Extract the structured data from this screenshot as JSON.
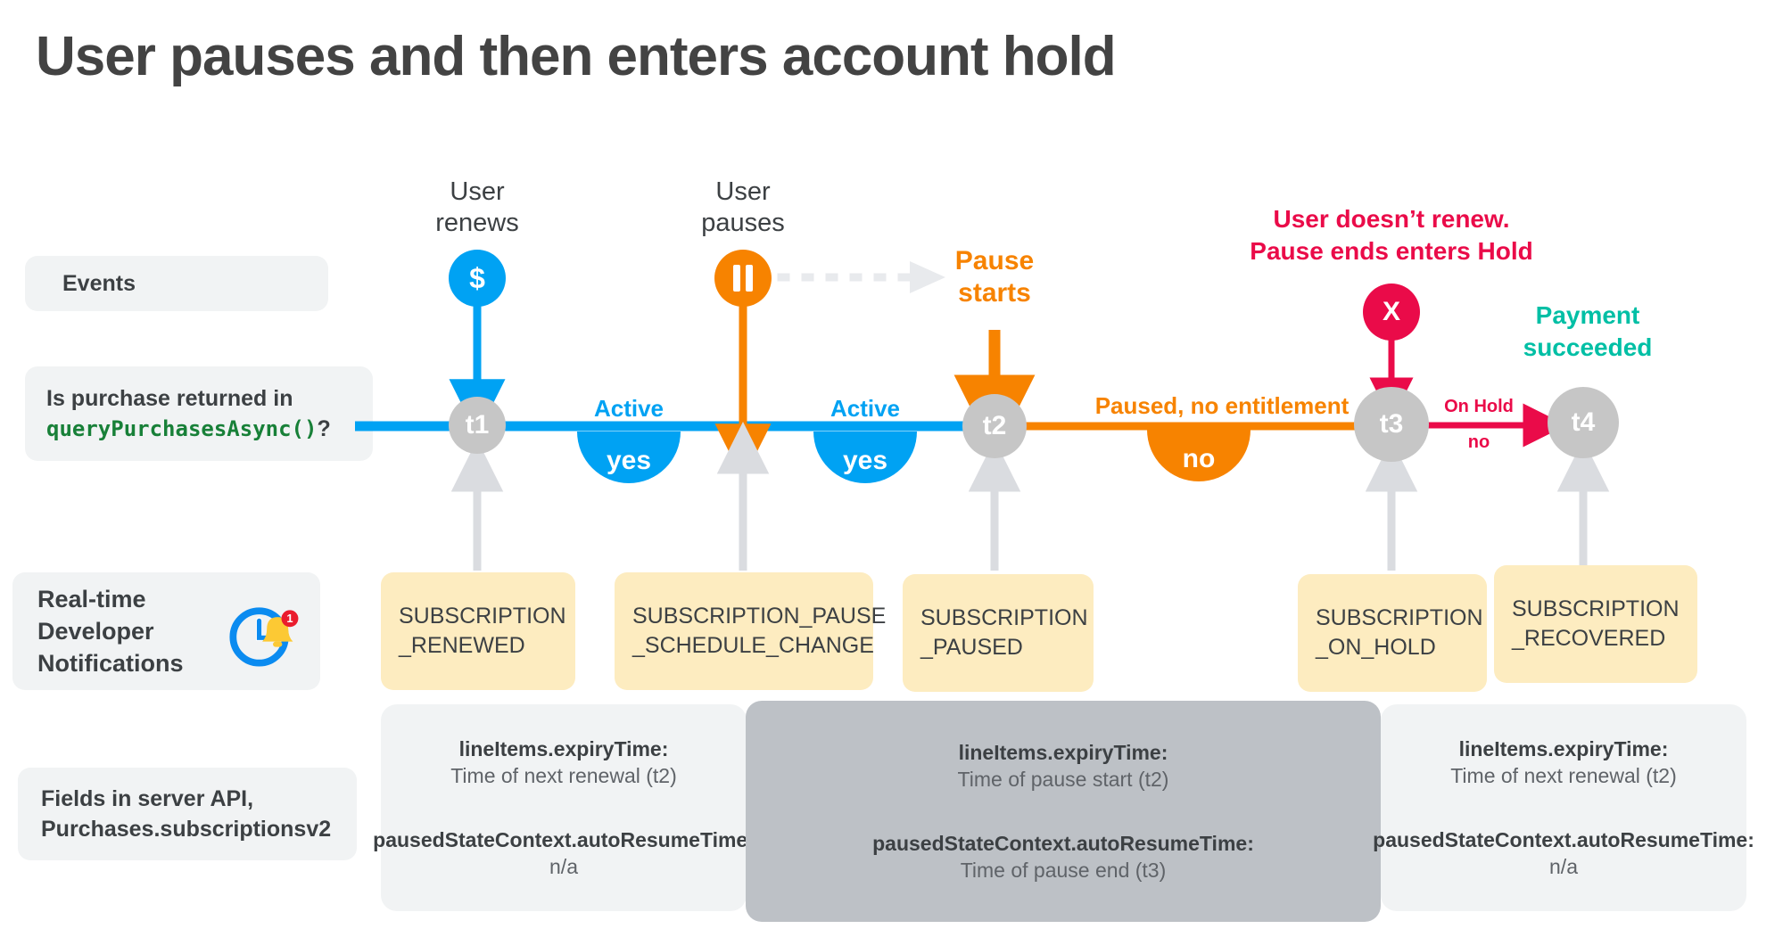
{
  "page": {
    "title": "User pauses and then enters account hold"
  },
  "colors": {
    "blue": "#00A2F3",
    "orange": "#F78300",
    "red": "#EA0B49",
    "teal": "#00BFA5",
    "green": "#188038",
    "node_gray": "#C6C6C6",
    "arrow_gray": "#DADCE0",
    "card_yellow": "#FDECC0",
    "panel_light": "#F1F3F4",
    "panel_dark": "#BDC1C6"
  },
  "row_labels": {
    "events": "Events",
    "query_line1": "Is purchase returned in",
    "query_code": "queryPurchasesAsync()",
    "query_suffix": "?",
    "rtdn_line1": "Real-time",
    "rtdn_line2": "Developer",
    "rtdn_line3": "Notifications",
    "rtdn_icon": "clock-bell-notification-icon",
    "rtdn_badge": "1",
    "fields_line1": "Fields in server API,",
    "fields_line2": "Purchases.subscriptionsv2"
  },
  "events": [
    {
      "name": "user-renews",
      "caption_l1": "User",
      "caption_l2": "renews",
      "glyph": "$",
      "icon_name": "dollar-icon",
      "color": "#00A2F3",
      "caption_color": "#3c4043",
      "bold": false
    },
    {
      "name": "user-pauses",
      "caption_l1": "User",
      "caption_l2": "pauses",
      "glyph": "II",
      "icon_name": "pause-icon",
      "color": "#F78300",
      "caption_color": "#3c4043",
      "bold": false
    },
    {
      "name": "pause-starts",
      "caption_l1": "Pause",
      "caption_l2": "starts",
      "glyph": "",
      "icon_name": "",
      "color": "#F78300",
      "caption_color": "#F78300",
      "bold": true
    },
    {
      "name": "user-doesnt-renew",
      "caption_l1": "User doesn’t renew.",
      "caption_l2": "Pause ends enters Hold",
      "glyph": "X",
      "icon_name": "x-icon",
      "color": "#EA0B49",
      "caption_color": "#EA0B49",
      "bold": true
    },
    {
      "name": "payment-succeeded",
      "caption_l1": "Payment",
      "caption_l2": "succeeded",
      "glyph": "",
      "icon_name": "",
      "color": "#00BFA5",
      "caption_color": "#00BFA5",
      "bold": true
    }
  ],
  "nodes": [
    {
      "label": "t1"
    },
    {
      "label": "t2"
    },
    {
      "label": "t3"
    },
    {
      "label": "t4"
    }
  ],
  "segments": [
    {
      "name": "active-1",
      "top_label": "Active",
      "bubble": "yes",
      "color": "#00A2F3"
    },
    {
      "name": "active-2",
      "top_label": "Active",
      "bubble": "yes",
      "color": "#00A2F3"
    },
    {
      "name": "paused",
      "top_label": "Paused, no entitlement",
      "bubble": "no",
      "color": "#F78300"
    },
    {
      "name": "on-hold",
      "top_label": "On Hold",
      "bubble": "no",
      "color": "#EA0B49"
    }
  ],
  "notifications": [
    {
      "l1": "SUBSCRIPTION",
      "l2": "_RENEWED"
    },
    {
      "l1": "SUBSCRIPTION_PAUSE",
      "l2": "_SCHEDULE_CHANGE"
    },
    {
      "l1": "SUBSCRIPTION",
      "l2": "_PAUSED"
    },
    {
      "l1": "SUBSCRIPTION",
      "l2": "_ON_HOLD"
    },
    {
      "l1": "SUBSCRIPTION",
      "l2": "_RECOVERED"
    }
  ],
  "field_panels": [
    {
      "name": "fields-panel-renewed",
      "shade": "light",
      "expiry_key": "lineItems.expiryTime:",
      "expiry_val": "Time of next renewal (t2)",
      "resume_key": "pausedStateContext.autoResumeTime:",
      "resume_val": "n/a"
    },
    {
      "name": "fields-panel-paused",
      "shade": "dark",
      "expiry_key": "lineItems.expiryTime:",
      "expiry_val": "Time of pause start (t2)",
      "resume_key": "pausedStateContext.autoResumeTime:",
      "resume_val": "Time of pause end (t3)"
    },
    {
      "name": "fields-panel-recovered",
      "shade": "light",
      "expiry_key": "lineItems.expiryTime:",
      "expiry_val": "Time of next renewal (t2)",
      "resume_key": "pausedStateContext.autoResumeTime:",
      "resume_val": "n/a"
    }
  ]
}
